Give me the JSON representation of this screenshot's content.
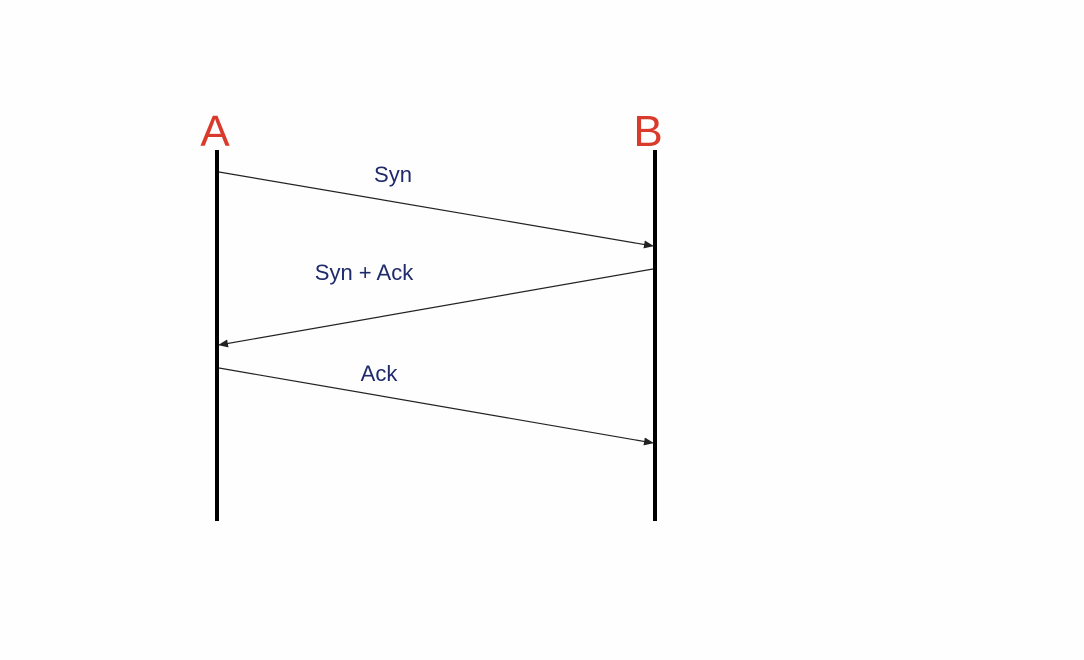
{
  "participants": [
    {
      "id": "A",
      "label": "A"
    },
    {
      "id": "B",
      "label": "B"
    }
  ],
  "messages": [
    {
      "label": "Syn",
      "from": "A",
      "to": "B"
    },
    {
      "label": "Syn + Ack",
      "from": "B",
      "to": "A"
    },
    {
      "label": "Ack",
      "from": "A",
      "to": "B"
    }
  ],
  "colors": {
    "participant_label": "#d93a2b",
    "message_label": "#1f2a6b",
    "lifeline": "#000000",
    "arrow": "#222222",
    "background": "#fefefe"
  }
}
